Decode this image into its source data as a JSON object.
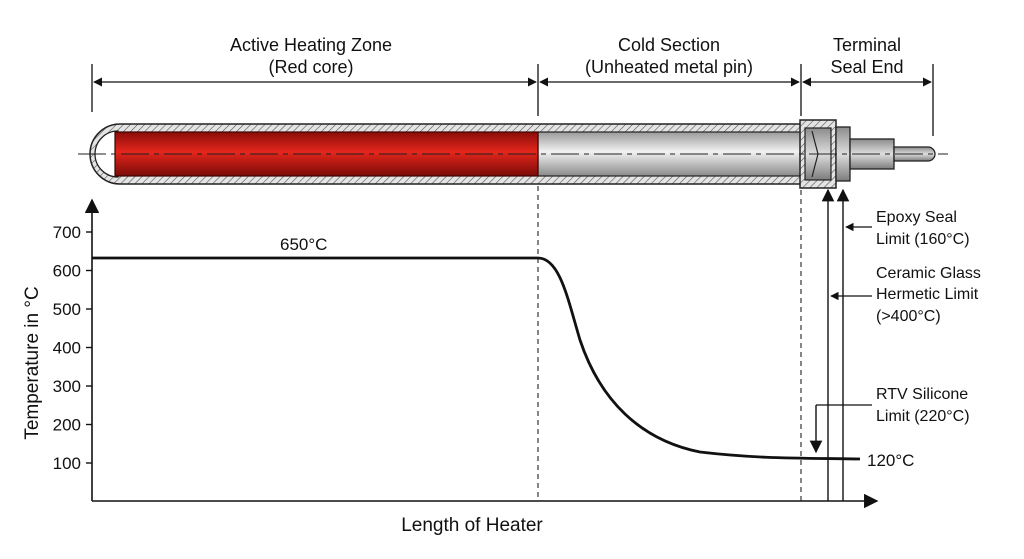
{
  "zones": {
    "active": {
      "line1": "Active Heating Zone",
      "line2": "(Red core)"
    },
    "cold": {
      "line1": "Cold Section",
      "line2": "(Unheated metal pin)"
    },
    "terminal": {
      "line1": "Terminal",
      "line2": "Seal End"
    }
  },
  "axes": {
    "ylabel": "Temperature in °C",
    "xlabel": "Length of Heater",
    "yticks": [
      "100",
      "200",
      "300",
      "400",
      "500",
      "600",
      "700"
    ]
  },
  "labels": {
    "peak": "650°C",
    "end": "120°C"
  },
  "limits": {
    "epoxy": {
      "line1": "Epoxy Seal",
      "line2": "Limit (160°C)"
    },
    "ceramic": {
      "line1": "Ceramic Glass",
      "line2": "Hermetic Limit",
      "line3": "(>400°C)"
    },
    "rtv": {
      "line1": "RTV Silicone",
      "line2": "Limit (220°C)"
    }
  },
  "colors": {
    "core": "#d01b14",
    "sheath": "#d7d7d7",
    "line": "#111111"
  }
}
